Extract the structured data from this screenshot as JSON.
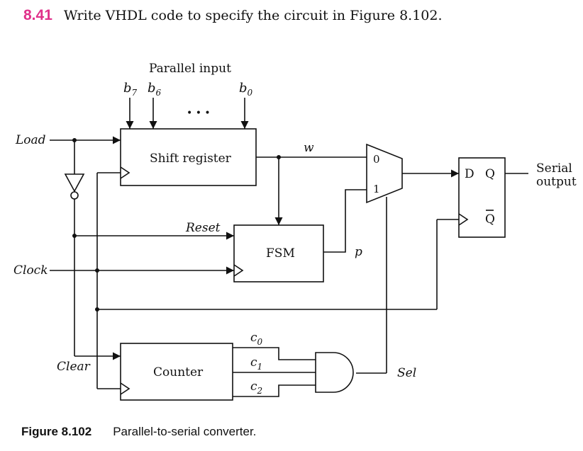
{
  "problem": {
    "number": "8.41",
    "text": "Write VHDL code to specify the circuit in Figure 8.102."
  },
  "diagram": {
    "parallel_input": "Parallel input",
    "b7": "b",
    "b7_sub": "7",
    "b6": "b",
    "b6_sub": "6",
    "b0": "b",
    "b0_sub": "0",
    "dots": "• • •",
    "load": "Load",
    "clock": "Clock",
    "clear": "Clear",
    "reset": "Reset",
    "shift_register": "Shift register",
    "fsm": "FSM",
    "counter": "Counter",
    "w": "w",
    "p": "p",
    "mux_0": "0",
    "mux_1": "1",
    "ff_d": "D",
    "ff_q": "Q",
    "ff_qbar": "Q",
    "serial_output_1": "Serial",
    "serial_output_2": "output",
    "c0": "c",
    "c0_sub": "0",
    "c1": "c",
    "c1_sub": "1",
    "c2": "c",
    "c2_sub": "2",
    "sel": "Sel"
  },
  "caption": {
    "figure": "Figure 8.102",
    "text": "Parallel-to-serial converter."
  }
}
